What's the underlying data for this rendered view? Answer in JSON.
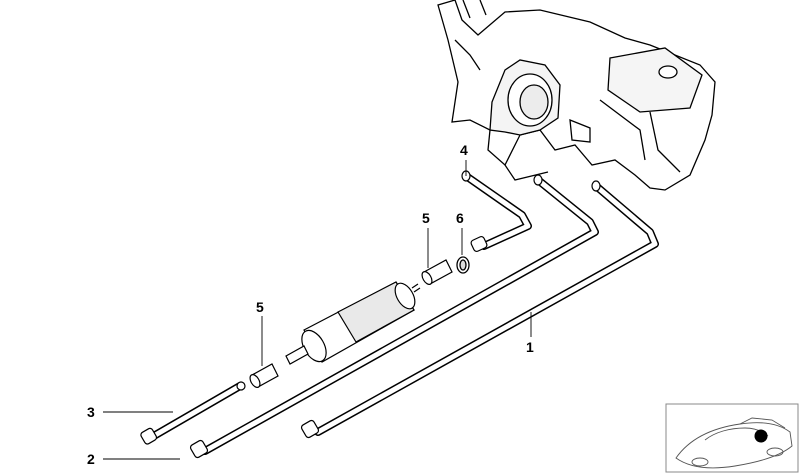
{
  "diagram": {
    "callouts": [
      {
        "id": "c1",
        "label": "1"
      },
      {
        "id": "c2",
        "label": "2"
      },
      {
        "id": "c3",
        "label": "3"
      },
      {
        "id": "c4",
        "label": "4"
      },
      {
        "id": "c5a",
        "label": "5"
      },
      {
        "id": "c5b",
        "label": "5"
      },
      {
        "id": "c6",
        "label": "6"
      }
    ]
  },
  "colors": {
    "line": "#000000",
    "fill": "#ffffff",
    "shade": "#d9d9d9",
    "mark": "#000000"
  }
}
